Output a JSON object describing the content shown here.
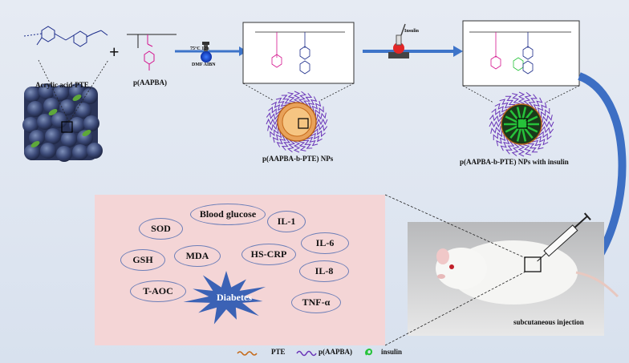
{
  "labels": {
    "acrylic_pte": "Acrylic acid-PTE",
    "paapba": "p(AAPBA)",
    "nps": "p(AAPBA-b-PTE) NPs",
    "nps_insulin": "p(AAPBA-b-PTE) NPs with insulin",
    "conditions": "75°C 12h",
    "solvents": "DMF AIBN",
    "insulin_reagent": "Insulin",
    "injection": "subcutaneous injection"
  },
  "indicators": {
    "blood_glucose": "Blood glucose",
    "il1": "IL-1",
    "sod": "SOD",
    "il6": "IL-6",
    "gsh": "GSH",
    "mda": "MDA",
    "hscrp": "HS-CRP",
    "il8": "IL-8",
    "taoc": "T-AOC",
    "tnf": "TNF-α",
    "diabetes": "Diabetes"
  },
  "legend": {
    "pte": "PTE",
    "paapba": "p(AAPBA)",
    "insulin": "insulin"
  },
  "colors": {
    "arrow": "#3d74c9",
    "pte": "#c56a1a",
    "paapba": "#6a35b8",
    "insulin": "#26c33a",
    "panel": "#f4d5d6",
    "star": "#3b62b5"
  }
}
